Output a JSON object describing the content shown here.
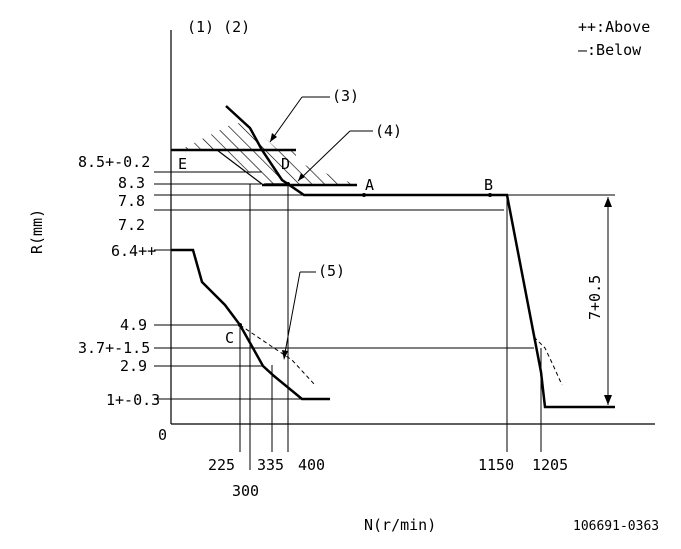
{
  "header": {
    "group_labels": "(1) (2)",
    "legend_above": "++:Above",
    "legend_below": "—:Below"
  },
  "axes": {
    "ylabel": "R(mm)",
    "xlabel": "N(r/min)",
    "origin": "0"
  },
  "y_ticks": [
    "8.5+-0.2",
    "8.3",
    "7.8",
    "7.2",
    "6.4++",
    "4.9",
    "3.7+-1.5",
    "2.9",
    "1+-0.3"
  ],
  "x_ticks": [
    "225",
    "300",
    "335",
    "400",
    "1150",
    "1205"
  ],
  "points": {
    "A": "A",
    "B": "B",
    "C": "C",
    "D": "D",
    "E": "E"
  },
  "callouts": {
    "c3": "(3)",
    "c4": "(4)",
    "c5": "(5)"
  },
  "dimension": "7+0.5",
  "figure_id": "106691-0363"
}
